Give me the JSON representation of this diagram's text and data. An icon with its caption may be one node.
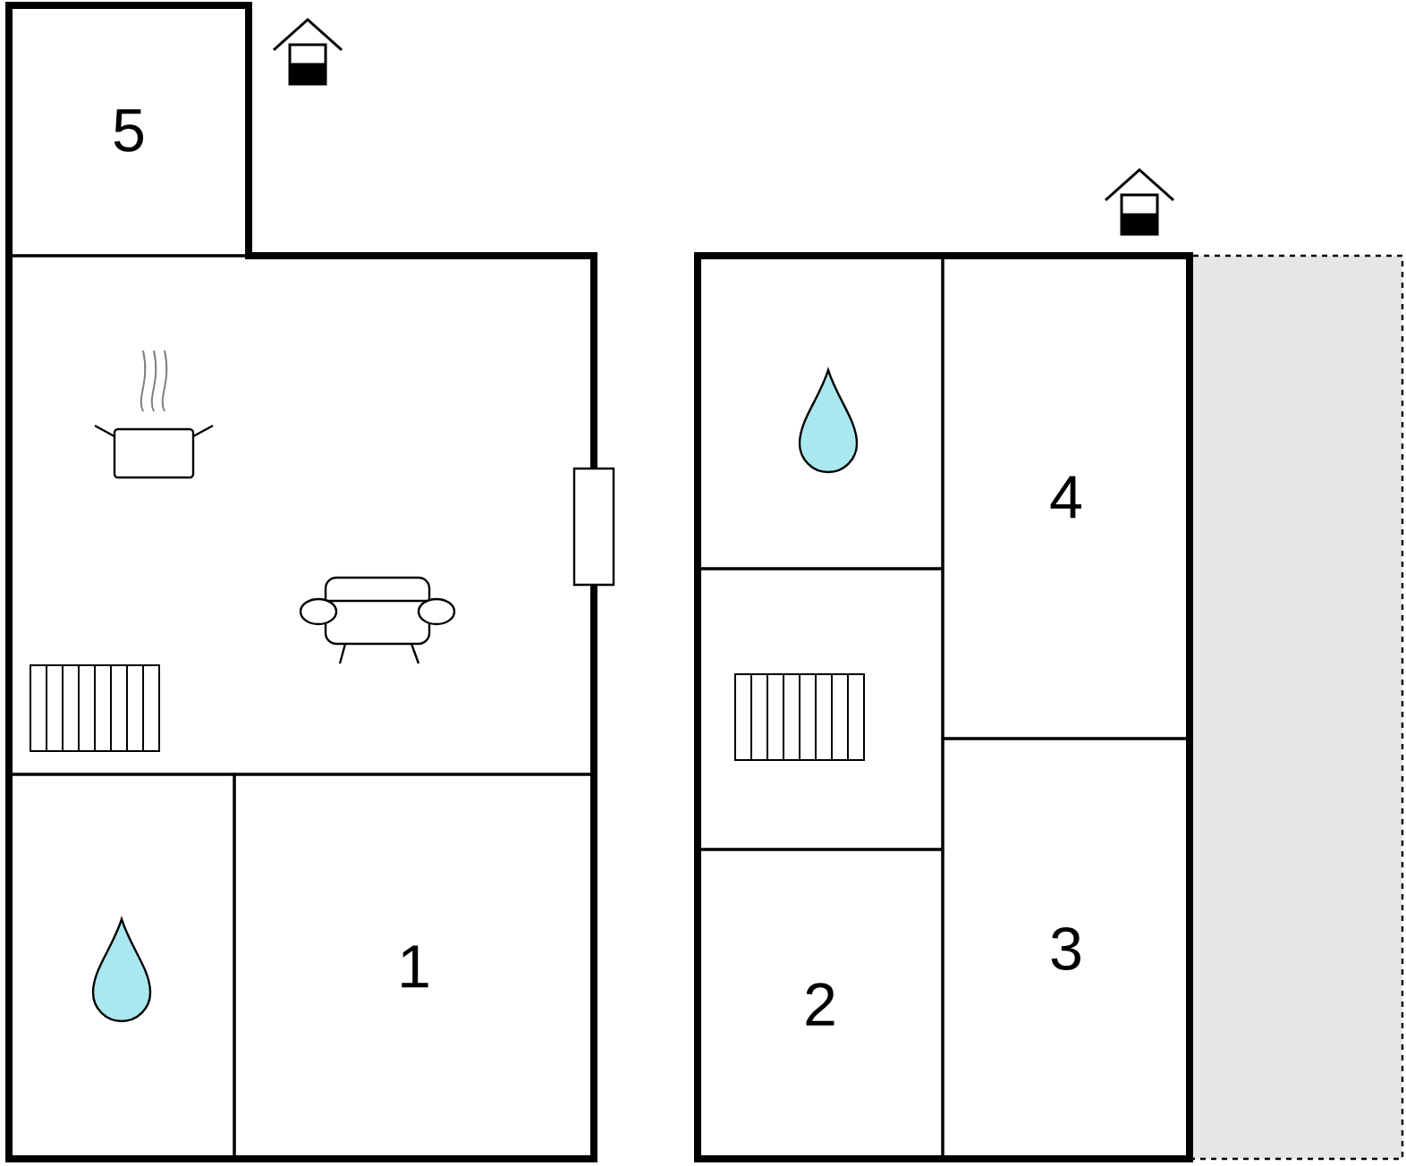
{
  "diagram": {
    "nodes": [
      {
        "text": [
          "5"
        ]
      },
      {
        "text": [],
        "shape": "box"
      },
      {
        "text": [],
        "shape": "box"
      },
      {
        "text": [
          "1"
        ]
      },
      {
        "text": [],
        "shape": "box"
      },
      {
        "text": [
          "4"
        ]
      },
      {
        "text": [],
        "shape": "box"
      },
      {
        "text": [
          "3"
        ]
      },
      {
        "text": [
          "2"
        ]
      },
      {
        "text": [],
        "shape": "box"
      }
    ]
  }
}
